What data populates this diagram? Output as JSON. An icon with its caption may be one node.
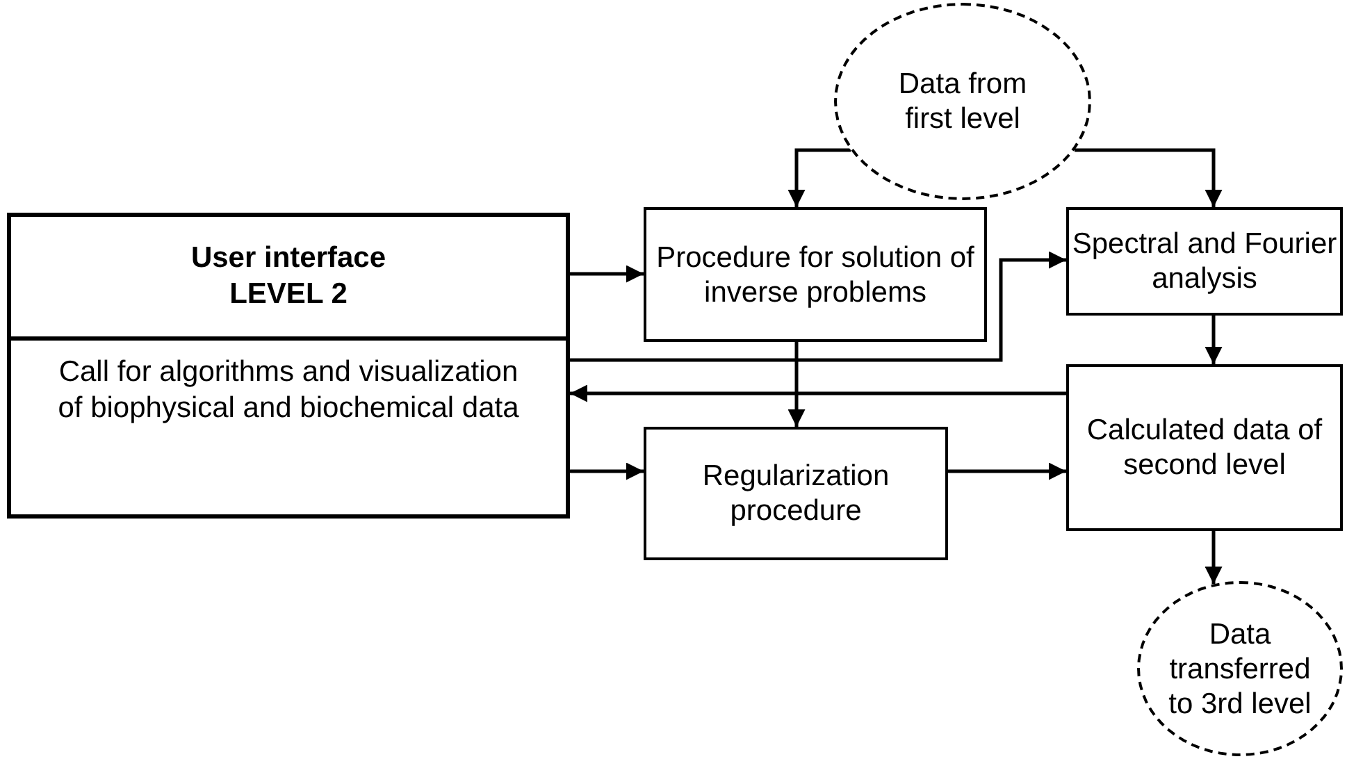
{
  "diagram": {
    "nodes": [
      {
        "text": [
          "User interface LEVEL 2",
          "Call for algorithms and visualization of biophysical and biochemical data"
        ]
      },
      {
        "text": [
          "Data from first level"
        ]
      },
      {
        "text": [
          "Procedure for solution of inverse problems"
        ]
      },
      {
        "text": [
          "Spectral and Fourier analysis"
        ]
      },
      {
        "text": [
          "Calculated data of second level"
        ]
      },
      {
        "text": [
          "Regularization procedure"
        ]
      },
      {
        "text": [
          "Data transferred to 3rd level"
        ]
      }
    ],
    "edges": [
      {
        "from": 1,
        "to": 2,
        "arrow": "to"
      },
      {
        "from": 1,
        "to": 3,
        "arrow": "to"
      },
      {
        "from": 0,
        "to": 2,
        "arrow": "to"
      },
      {
        "from": 0,
        "to": 3,
        "arrow": "to"
      },
      {
        "from": 2,
        "to": 5,
        "arrow": "to"
      },
      {
        "from": 4,
        "to": 0,
        "arrow": "to"
      },
      {
        "from": 0,
        "to": 5,
        "arrow": "to"
      },
      {
        "from": 3,
        "to": 4,
        "arrow": "to"
      },
      {
        "from": 5,
        "to": 4,
        "arrow": "to"
      },
      {
        "from": 4,
        "to": 6,
        "arrow": "to"
      }
    ]
  }
}
